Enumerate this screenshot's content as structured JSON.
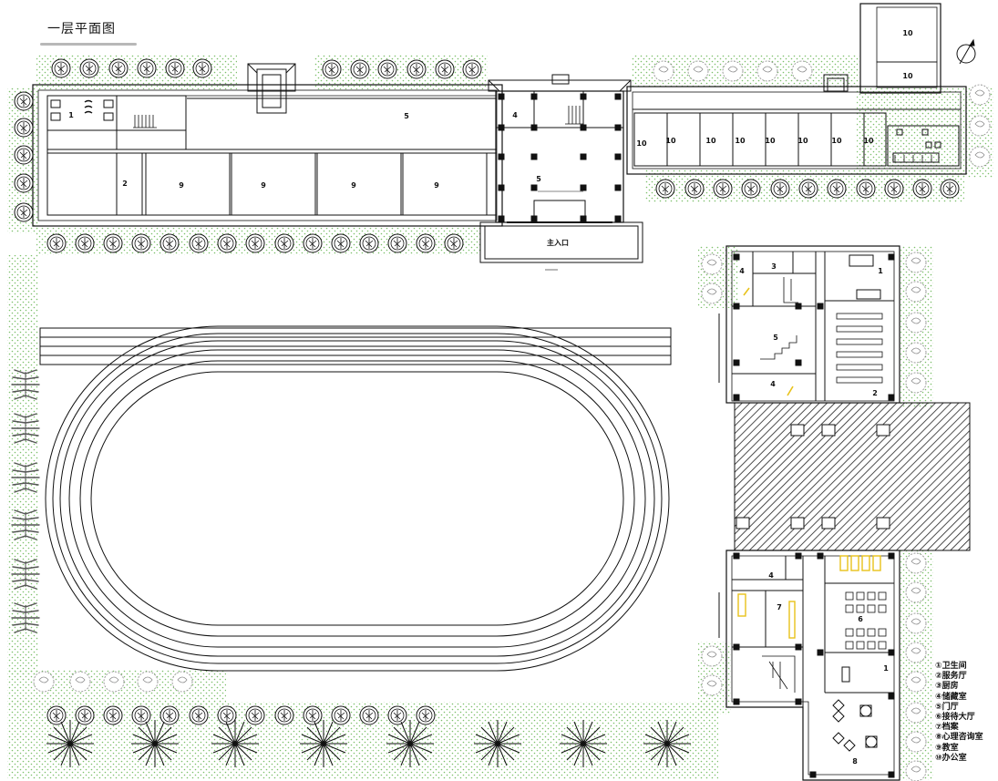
{
  "title": "一层平面图",
  "labels": {
    "main_entrance": "主入口",
    "room_1": "1",
    "room_2": "2",
    "room_3": "3",
    "room_4": "4",
    "room_5": "5",
    "room_6": "6",
    "room_7": "7",
    "room_8": "8",
    "room_9": "9",
    "room_10": "10"
  },
  "legend": [
    "①卫生间",
    "②服务厅",
    "③厨房",
    "④储藏室",
    "⑤门厅",
    "⑥接待大厅",
    "⑦档案",
    "⑧心理咨询室",
    "⑨教室",
    "⑩办公室"
  ],
  "colors": {
    "line": "#111111",
    "hatch": "#222222",
    "grass": "#7cbf6a",
    "underline": "#b8b8b8",
    "accent": "#e8c21a"
  }
}
